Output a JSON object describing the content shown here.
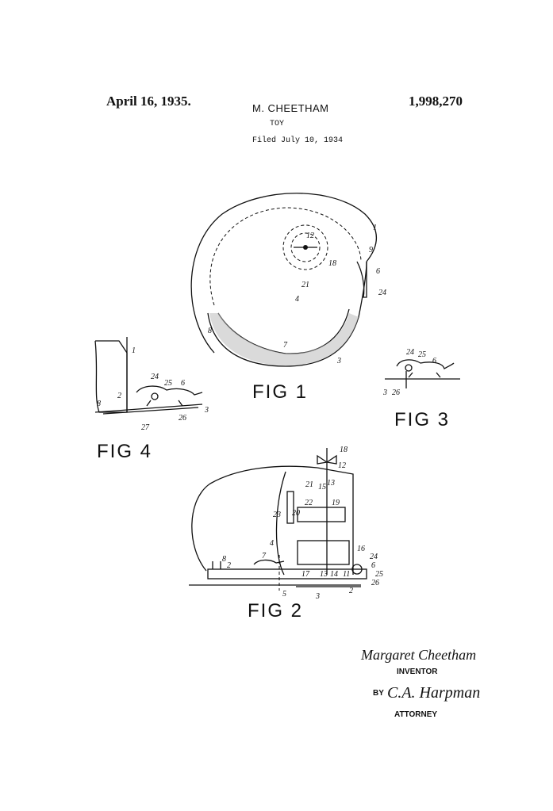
{
  "header": {
    "date": "April 16, 1935.",
    "inventor": "M. CHEETHAM",
    "title": "TOY",
    "filed": "Filed July 10, 1934",
    "patent_number": "1,998,270"
  },
  "figures": {
    "fig1": {
      "label": "FIG 1",
      "refs": [
        "1",
        "9",
        "12",
        "18",
        "6",
        "21",
        "4",
        "24",
        "8",
        "7",
        "3"
      ]
    },
    "fig2": {
      "label": "FIG 2",
      "refs": [
        "18",
        "12",
        "21",
        "15",
        "13",
        "19",
        "22",
        "20",
        "23",
        "16",
        "4",
        "17",
        "13",
        "14",
        "11",
        "24",
        "6",
        "25",
        "26",
        "8",
        "2",
        "7",
        "5",
        "3",
        "2"
      ]
    },
    "fig3": {
      "label": "FIG 3",
      "refs": [
        "24",
        "25",
        "6",
        "3",
        "26"
      ]
    },
    "fig4": {
      "label": "FIG 4",
      "refs": [
        "1",
        "24",
        "25",
        "6",
        "8",
        "2",
        "26",
        "3",
        "27"
      ]
    }
  },
  "signatures": {
    "inventor_signature": "Margaret Cheetham",
    "inventor_caption": "INVENTOR",
    "by": "BY",
    "attorney_signature": "C.A. Harpman",
    "attorney_caption": "ATTORNEY"
  }
}
